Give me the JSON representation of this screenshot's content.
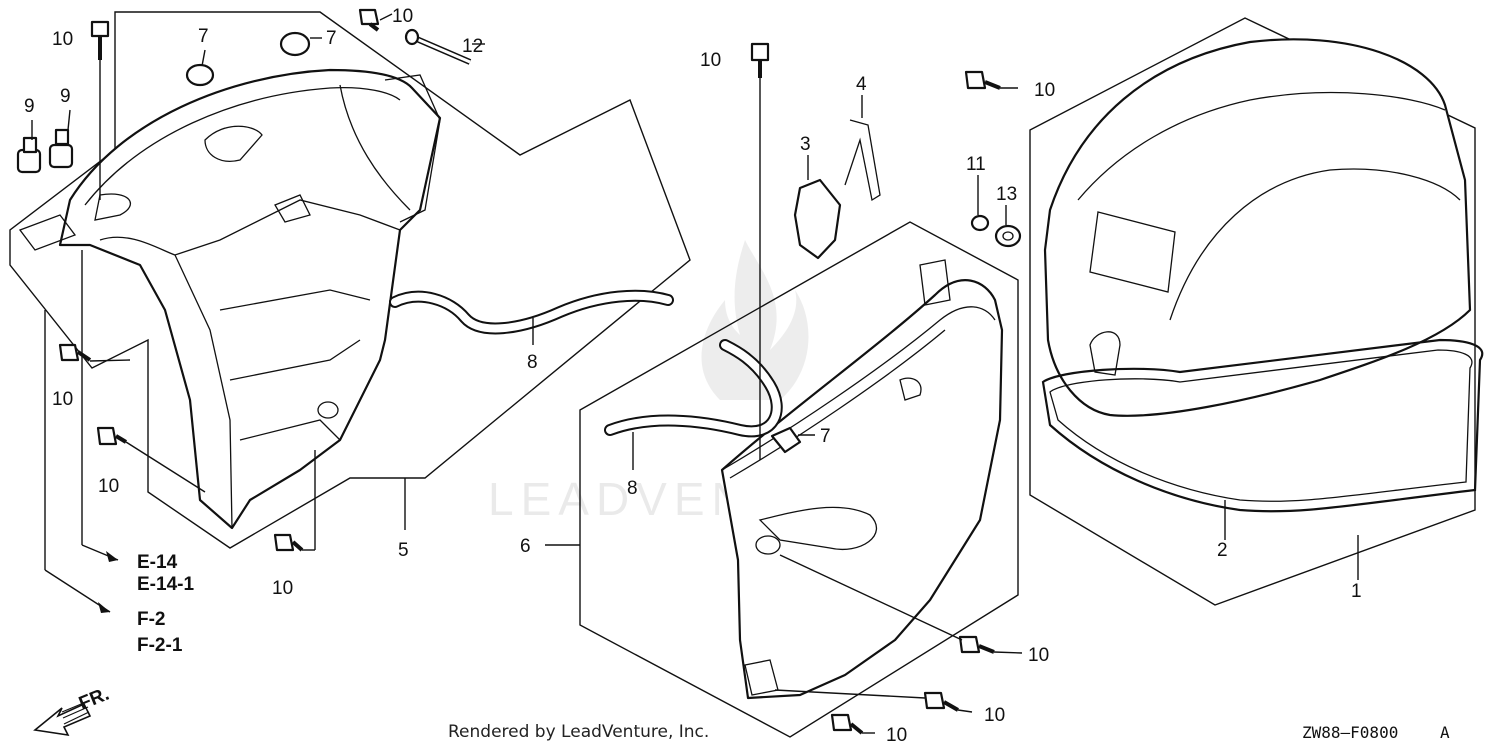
{
  "diagram": {
    "callouts": [
      {
        "id": "c10a",
        "text": "10"
      },
      {
        "id": "c9a",
        "text": "9"
      },
      {
        "id": "c9b",
        "text": "9"
      },
      {
        "id": "c7a",
        "text": "7"
      },
      {
        "id": "c7b",
        "text": "7"
      },
      {
        "id": "c10b",
        "text": "10"
      },
      {
        "id": "c12",
        "text": "12"
      },
      {
        "id": "c10c",
        "text": "10"
      },
      {
        "id": "c10d",
        "text": "10"
      },
      {
        "id": "c10e",
        "text": "10"
      },
      {
        "id": "c8a",
        "text": "8"
      },
      {
        "id": "c5",
        "text": "5"
      },
      {
        "id": "c10f",
        "text": "10"
      },
      {
        "id": "c10g",
        "text": "10"
      },
      {
        "id": "c4",
        "text": "4"
      },
      {
        "id": "c3",
        "text": "3"
      },
      {
        "id": "c11",
        "text": "11"
      },
      {
        "id": "c13",
        "text": "13"
      },
      {
        "id": "c7c",
        "text": "7"
      },
      {
        "id": "c8b",
        "text": "8"
      },
      {
        "id": "c6",
        "text": "6"
      },
      {
        "id": "c10h",
        "text": "10"
      },
      {
        "id": "c10i",
        "text": "10"
      },
      {
        "id": "c10j",
        "text": "10"
      },
      {
        "id": "c2",
        "text": "2"
      },
      {
        "id": "c1",
        "text": "1"
      }
    ],
    "refs": [
      "E-14",
      "E-14-1",
      "F-2",
      "F-2-1"
    ],
    "front_label": "FR.",
    "credit": "Rendered by LeadVenture, Inc.",
    "code": "ZW88—F0800",
    "code_suffix": "A",
    "watermark": "LEADVENTURE"
  }
}
